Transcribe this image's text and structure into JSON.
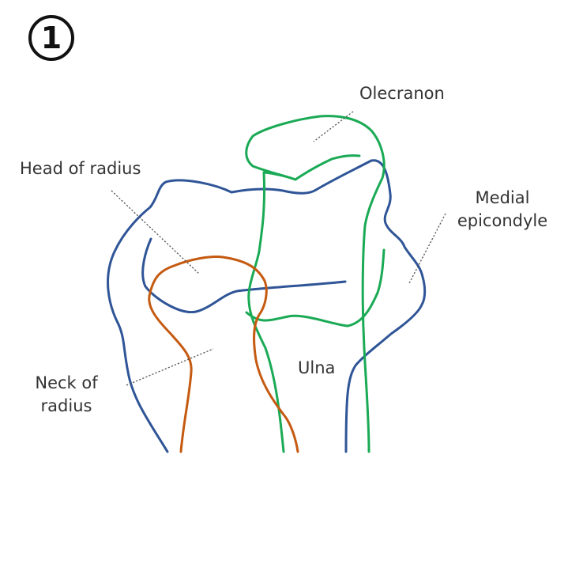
{
  "figure": {
    "number": "1"
  },
  "labels": {
    "olecranon": "Olecranon",
    "head_of_radius": "Head of radius",
    "medial_epicondyle_line1": "Medial",
    "medial_epicondyle_line2": "epicondyle",
    "neck_of_radius_line1": "Neck of",
    "neck_of_radius_line2": "radius",
    "ulna": "Ulna"
  },
  "colors": {
    "humerus_outline": "#2f5597",
    "ulna_outline": "#1aaa55",
    "radius_outline": "#c55a11",
    "leader_line": "#555555",
    "text": "#333333"
  }
}
